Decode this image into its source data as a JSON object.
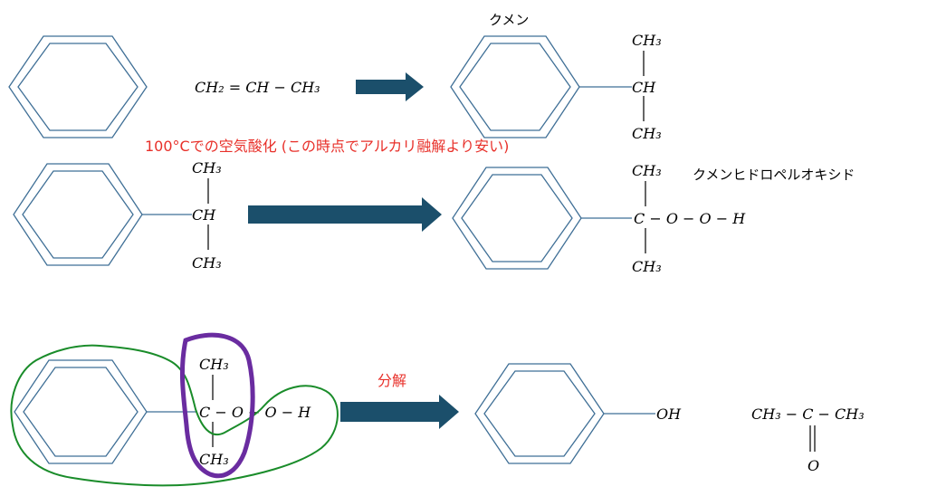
{
  "row1": {
    "propene": "CH₂ = CH − CH₃",
    "cumene_label": "クメン",
    "cumene_top": "CH₃",
    "cumene_mid": "CH",
    "cumene_bottom": "CH₃"
  },
  "row2": {
    "condition": "100°Cでの空気酸化 (この時点でアルカリ融解より安い)",
    "left_top": "CH₃",
    "left_mid": "CH",
    "left_bottom": "CH₃",
    "right_top": "CH₃",
    "right_chain": "C − O − O − H",
    "right_bottom": "CH₃",
    "product_label": "クメンヒドロペルオキシド"
  },
  "row3": {
    "left_top": "CH₃",
    "left_chain": "C − O − O − H",
    "left_bottom": "CH₃",
    "condition": "分解",
    "phenol_oh": "OH",
    "acetone_chain": "CH₃ − C − CH₃",
    "acetone_o": "O"
  },
  "colors": {
    "arrow": "#1b4f6b",
    "ring": "#3f6f96",
    "condition_text": "#e8302a",
    "green_circle": "#1a8c2a",
    "purple_circle": "#6a2ca0"
  }
}
